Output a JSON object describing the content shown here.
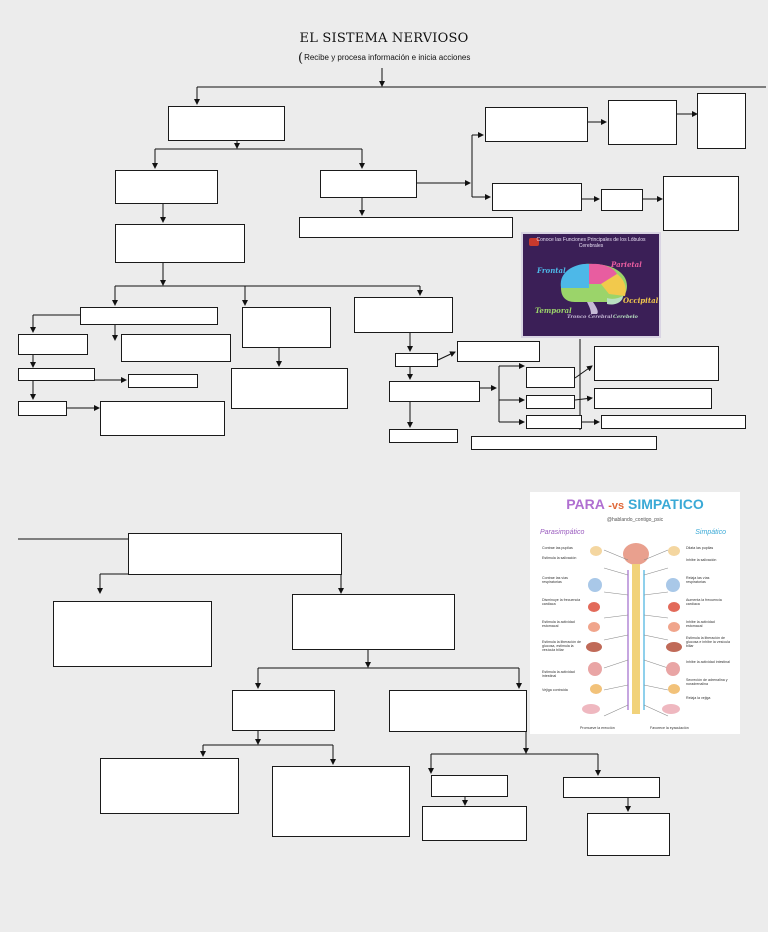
{
  "header": {
    "title": "EL SISTEMA NERVIOSO",
    "subtitle_paren": "(",
    "subtitle": "Recibe y procesa información e inicia acciones"
  },
  "lobes_card": {
    "heading": "Conoce las Funciones Principales de los Lóbulos Cerebrales",
    "labels": {
      "frontal": "Frontal",
      "parietal": "Parietal",
      "occipital": "Occipital",
      "temporal": "Temporal",
      "tronco": "Tronco Cerebral",
      "cerebelo": "Cerebelo"
    },
    "colors": {
      "frontal": "#4db8e8",
      "parietal": "#e85da0",
      "occipital": "#f2c94c",
      "temporal": "#9bd46a",
      "background": "#3b1f57"
    }
  },
  "autonomic_card": {
    "title_para": "PARA",
    "title_vs": "-vs",
    "title_simpatico": "SIMPATICO",
    "handle": "@hablando_contigo_psic",
    "left_heading": "Parasimpático",
    "right_heading": "Simpático",
    "left_notes": [
      "Contrae las pupilas",
      "Estimula la salivación",
      "Contrae las vías respiratorias",
      "Disminuye la frecuencia cardiaca",
      "Estimula la actividad estomacal",
      "Estimula la liberación de glucosa, estimula la vesícula biliar",
      "Estimula la actividad intestinal",
      "Vejiga contraída",
      "Promueve la erección"
    ],
    "right_notes": [
      "Dilata las pupilas",
      "Inhibe la salivación",
      "Relaja las vías respiratorias",
      "Aumenta la frecuencia cardíaca",
      "Inhibe la actividad estomacal",
      "Estimula la liberación de glucosa e inhibe la vesícula biliar",
      "Inhibe la actividad intestinal",
      "Secreción de adrenalina y noradrenalina",
      "Relaja la vejiga",
      "Favorece la eyaculación"
    ]
  }
}
